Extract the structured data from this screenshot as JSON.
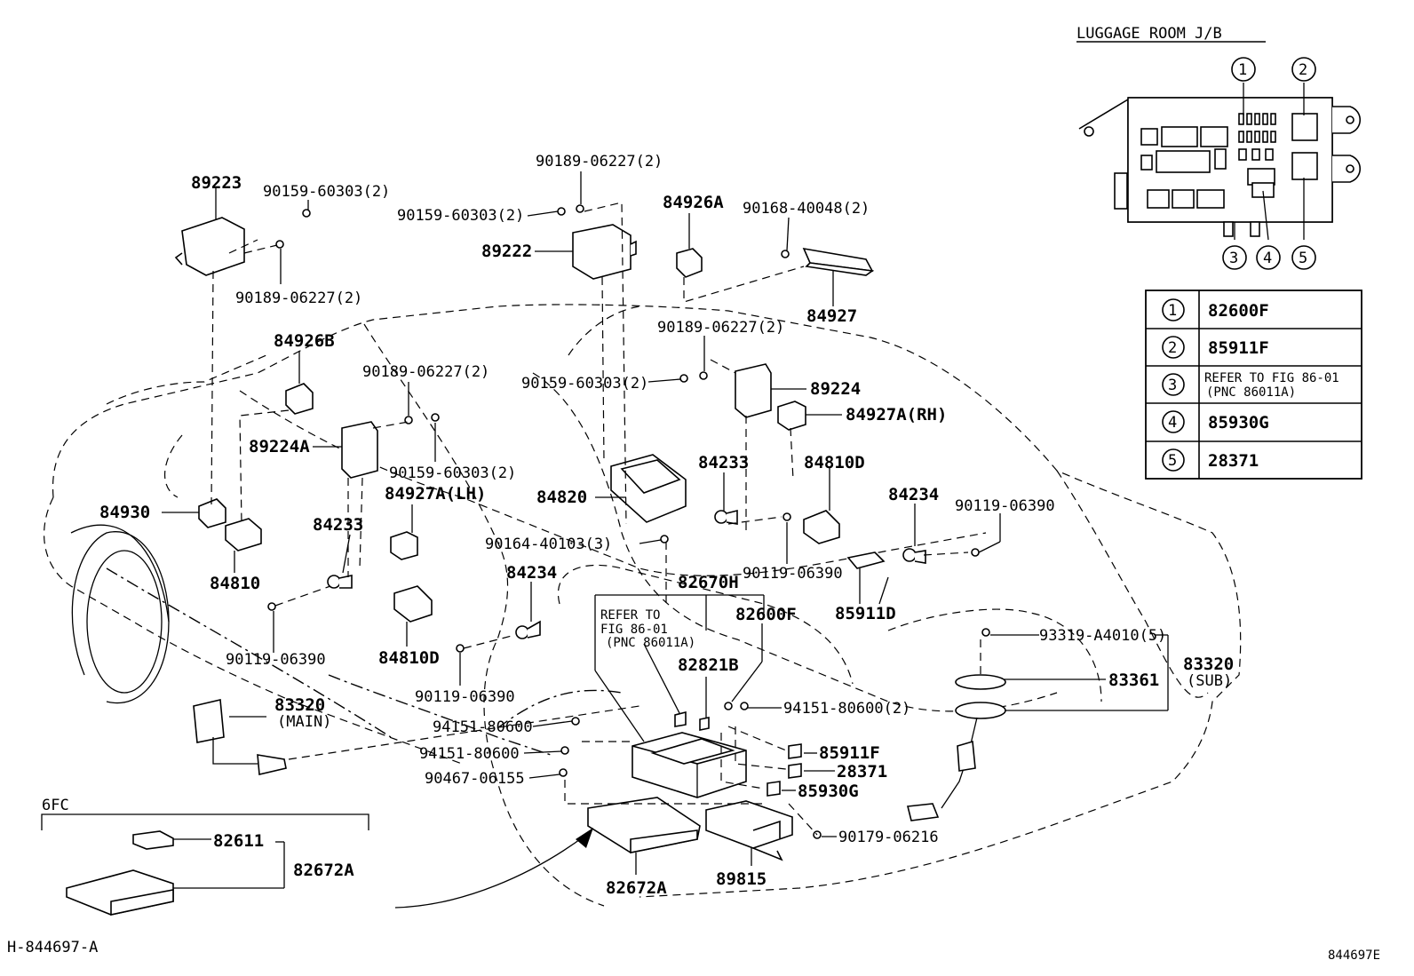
{
  "header": {
    "luggage_title": "LUGGAGE ROOM J/B",
    "footer_left": "H-844697-A",
    "footer_right": "844697E",
    "inset_label": "6FC"
  },
  "jb_callouts": [
    "1",
    "2",
    "3",
    "4",
    "5"
  ],
  "legend": [
    {
      "num": "1",
      "part": "82600F"
    },
    {
      "num": "2",
      "part": "85911F"
    },
    {
      "num": "3",
      "part": "REFER TO FIG 86-01",
      "sub": "(PNC 86011A)"
    },
    {
      "num": "4",
      "part": "85930G"
    },
    {
      "num": "5",
      "part": "28371"
    }
  ],
  "labels": {
    "p89223": "89223",
    "p90159a": "90159-60303(2)",
    "p90189a": "90189-06227(2)",
    "p90189b": "90189-06227(2)",
    "p90159b": "90159-60303(2)",
    "p89222": "89222",
    "p84926a": "84926A",
    "p90168": "90168-40048(2)",
    "p84927": "84927",
    "p84926b": "84926B",
    "p90189c": "90189-06227(2)",
    "p90189d": "90189-06227(2)",
    "p90159c": "90159-60303(2)",
    "p89224": "89224",
    "p84927arh": "84927A(RH)",
    "p89224a": "89224A",
    "p90159d": "90159-60303(2)",
    "p84927alh": "84927A(LH)",
    "p84233a": "84233",
    "p84810d_r": "84810D",
    "p84820": "84820",
    "p84234a": "84234",
    "p90119a": "90119-06390",
    "p84930": "84930",
    "p84233b": "84233",
    "p90164": "90164-40103(3)",
    "p90119b": "90119-06390",
    "p84810": "84810",
    "p84234b": "84234",
    "p82670h": "82670H",
    "p85911d": "85911D",
    "p82600f": "82600F",
    "p93319": "93319-A4010(5)",
    "p83320sub": "83320",
    "p83320sub2": "(SUB)",
    "p90119c": "90119-06390",
    "p84810d_l": "84810D",
    "p82821b": "82821B",
    "p83361": "83361",
    "p90119d": "90119-06390",
    "p94151a": "94151-80600(2)",
    "p83320main": "83320",
    "p83320main2": "(MAIN)",
    "p94151b": "94151-80600",
    "p94151c": "94151-80600",
    "p90467": "90467-06155",
    "p85911f": "85911F",
    "p28371": "28371",
    "p85930g": "85930G",
    "p90179": "90179-06216",
    "p82611": "82611",
    "p82672a_inset": "82672A",
    "p82672a": "82672A",
    "p89815": "89815",
    "refer1": "REFER TO",
    "refer2": "FIG 86-01",
    "refer3": "(PNC 86011A)"
  }
}
